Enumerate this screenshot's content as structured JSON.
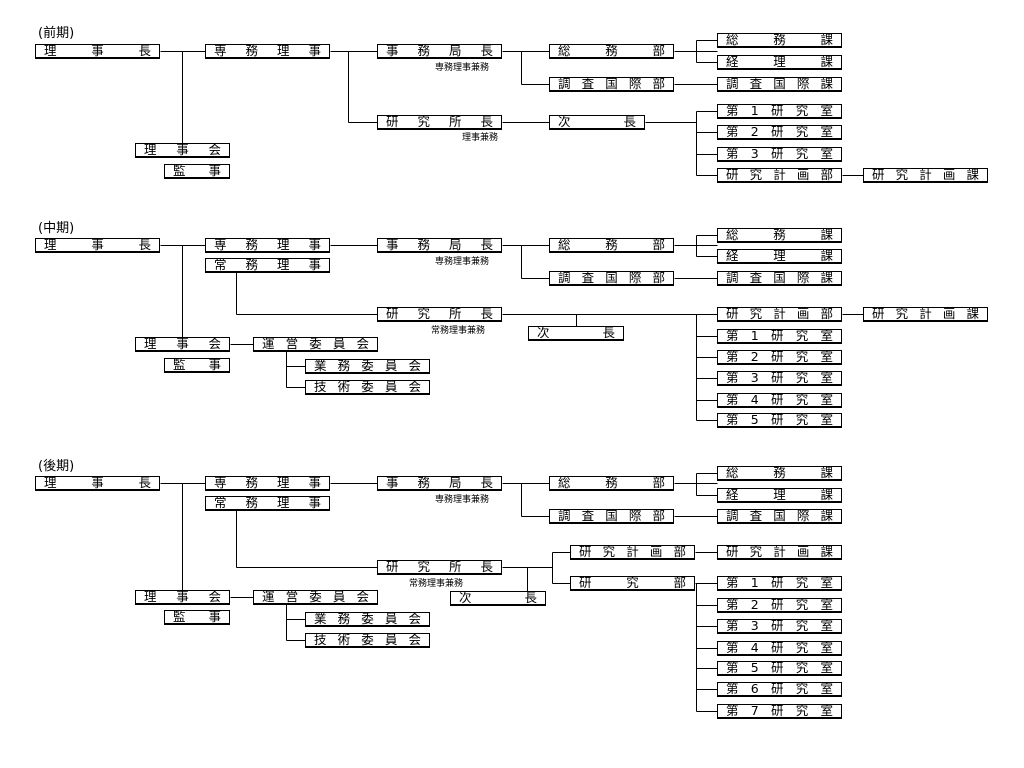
{
  "periods": [
    {
      "title": "(前期)",
      "nodes": [
        {
          "id": "chairman",
          "label": "理事長"
        },
        {
          "id": "exec-director",
          "label": "専務理事"
        },
        {
          "id": "secretary-general",
          "label": "事務局長"
        },
        {
          "id": "general-affairs-dept",
          "label": "総務部"
        },
        {
          "id": "general-affairs-section",
          "label": "総務課"
        },
        {
          "id": "accounting-section",
          "label": "経理課"
        },
        {
          "id": "research-intl-dept",
          "label": "調査国際部"
        },
        {
          "id": "research-intl-section",
          "label": "調査国際課"
        },
        {
          "id": "institute-director",
          "label": "研究所長"
        },
        {
          "id": "deputy-director",
          "label": "次長"
        },
        {
          "id": "lab-1",
          "label": "第1研究室"
        },
        {
          "id": "lab-2",
          "label": "第2研究室"
        },
        {
          "id": "lab-3",
          "label": "第3研究室"
        },
        {
          "id": "research-planning-dept",
          "label": "研究計画部"
        },
        {
          "id": "research-planning-section",
          "label": "研究計画課"
        },
        {
          "id": "board",
          "label": "理事会"
        },
        {
          "id": "auditor",
          "label": "監事"
        }
      ],
      "notes": {
        "secretary-general": "専務理事兼務",
        "institute-director": "理事兼務"
      }
    },
    {
      "title": "(中期)",
      "nodes": [
        {
          "id": "chairman",
          "label": "理事長"
        },
        {
          "id": "exec-director",
          "label": "専務理事"
        },
        {
          "id": "managing-director",
          "label": "常務理事"
        },
        {
          "id": "secretary-general",
          "label": "事務局長"
        },
        {
          "id": "general-affairs-dept",
          "label": "総務部"
        },
        {
          "id": "general-affairs-section",
          "label": "総務課"
        },
        {
          "id": "accounting-section",
          "label": "経理課"
        },
        {
          "id": "research-intl-dept",
          "label": "調査国際部"
        },
        {
          "id": "research-intl-section",
          "label": "調査国際課"
        },
        {
          "id": "institute-director",
          "label": "研究所長"
        },
        {
          "id": "deputy-director",
          "label": "次長"
        },
        {
          "id": "research-planning-dept",
          "label": "研究計画部"
        },
        {
          "id": "research-planning-section",
          "label": "研究計画課"
        },
        {
          "id": "lab-1",
          "label": "第1研究室"
        },
        {
          "id": "lab-2",
          "label": "第2研究室"
        },
        {
          "id": "lab-3",
          "label": "第3研究室"
        },
        {
          "id": "lab-4",
          "label": "第4研究室"
        },
        {
          "id": "lab-5",
          "label": "第5研究室"
        },
        {
          "id": "board",
          "label": "理事会"
        },
        {
          "id": "auditor",
          "label": "監事"
        },
        {
          "id": "steering-committee",
          "label": "運営委員会"
        },
        {
          "id": "business-committee",
          "label": "業務委員会"
        },
        {
          "id": "technical-committee",
          "label": "技術委員会"
        }
      ],
      "notes": {
        "secretary-general": "専務理事兼務",
        "institute-director": "常務理事兼務"
      }
    },
    {
      "title": "(後期)",
      "nodes": [
        {
          "id": "chairman",
          "label": "理事長"
        },
        {
          "id": "exec-director",
          "label": "専務理事"
        },
        {
          "id": "managing-director",
          "label": "常務理事"
        },
        {
          "id": "secretary-general",
          "label": "事務局長"
        },
        {
          "id": "general-affairs-dept",
          "label": "総務部"
        },
        {
          "id": "general-affairs-section",
          "label": "総務課"
        },
        {
          "id": "accounting-section",
          "label": "経理課"
        },
        {
          "id": "research-intl-dept",
          "label": "調査国際部"
        },
        {
          "id": "research-intl-section",
          "label": "調査国際課"
        },
        {
          "id": "institute-director",
          "label": "研究所長"
        },
        {
          "id": "deputy-director",
          "label": "次長"
        },
        {
          "id": "research-planning-dept",
          "label": "研究計画部"
        },
        {
          "id": "research-planning-section",
          "label": "研究計画課"
        },
        {
          "id": "research-dept",
          "label": "研究部"
        },
        {
          "id": "lab-1",
          "label": "第1研究室"
        },
        {
          "id": "lab-2",
          "label": "第2研究室"
        },
        {
          "id": "lab-3",
          "label": "第3研究室"
        },
        {
          "id": "lab-4",
          "label": "第4研究室"
        },
        {
          "id": "lab-5",
          "label": "第5研究室"
        },
        {
          "id": "lab-6",
          "label": "第6研究室"
        },
        {
          "id": "lab-7",
          "label": "第7研究室"
        },
        {
          "id": "board",
          "label": "理事会"
        },
        {
          "id": "auditor",
          "label": "監事"
        },
        {
          "id": "steering-committee",
          "label": "運営委員会"
        },
        {
          "id": "business-committee",
          "label": "業務委員会"
        },
        {
          "id": "technical-committee",
          "label": "技術委員会"
        }
      ],
      "notes": {
        "secretary-general": "専務理事兼務",
        "institute-director": "常務理事兼務"
      }
    }
  ]
}
